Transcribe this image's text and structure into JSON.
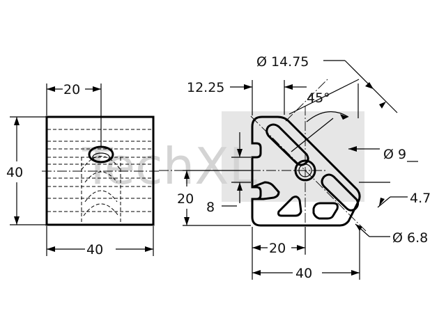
{
  "watermark": "TechXL",
  "front_view": {
    "width_label": "40",
    "height_label": "40",
    "hole_offset_label": "20"
  },
  "profile_view": {
    "diameter_outer_label": "Ø 14.75",
    "offset_label": "12.25",
    "angle_label": "45°",
    "diameter_bore_label": "Ø 9",
    "slot_width_label": "4.7",
    "diameter_small_label": "Ø 6.8",
    "half_height_label": "20",
    "slot_opening_label": "8",
    "half_width_label": "20",
    "width_label": "40"
  }
}
